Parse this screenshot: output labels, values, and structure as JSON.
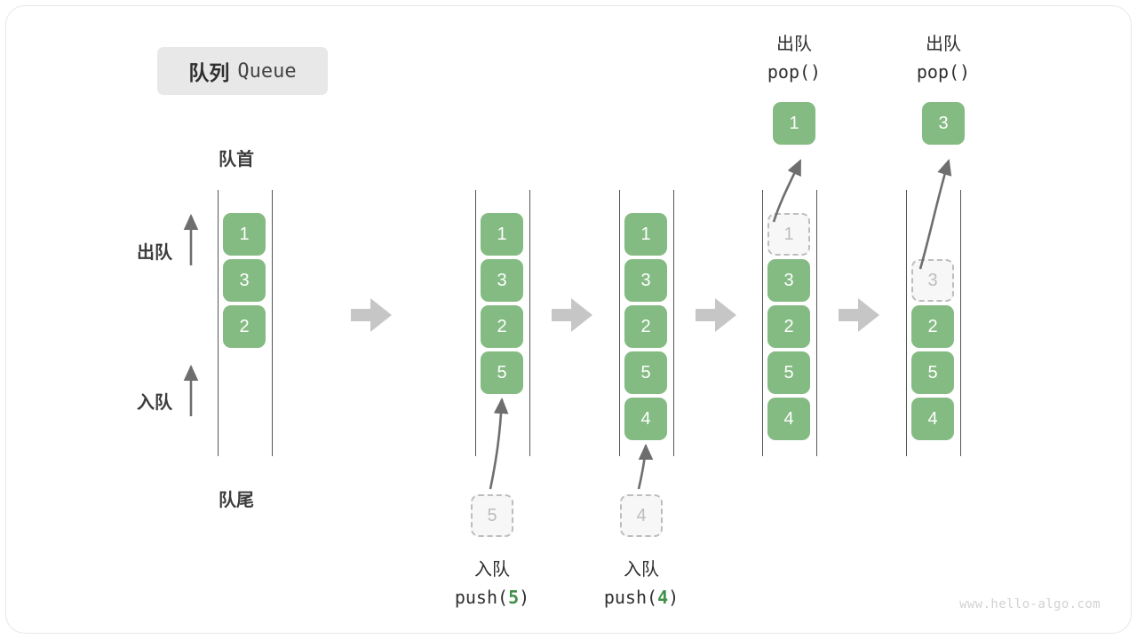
{
  "title": {
    "cn": "队列",
    "en": "Queue"
  },
  "labels": {
    "head": "队首",
    "tail": "队尾",
    "dequeue": "出队",
    "enqueue": "入队"
  },
  "stages": [
    {
      "name": "initial",
      "cells": [
        "1",
        "3",
        "2"
      ],
      "ghost_index": -1
    },
    {
      "name": "after-push-5",
      "cells": [
        "1",
        "3",
        "2",
        "5"
      ],
      "ghost_index": -1,
      "source_cell": "5",
      "op_cn": "入队",
      "op_code_prefix": "push(",
      "op_code_value": "5",
      "op_code_suffix": ")"
    },
    {
      "name": "after-push-4",
      "cells": [
        "1",
        "3",
        "2",
        "5",
        "4"
      ],
      "ghost_index": -1,
      "source_cell": "4",
      "op_cn": "入队",
      "op_code_prefix": "push(",
      "op_code_value": "4",
      "op_code_suffix": ")"
    },
    {
      "name": "after-pop-1",
      "cells": [
        "1",
        "3",
        "2",
        "5",
        "4"
      ],
      "ghost_index": 0,
      "popped_cell": "1",
      "op_cn": "出队",
      "op_code": "pop()"
    },
    {
      "name": "after-pop-3",
      "cells": [
        "",
        "3",
        "2",
        "5",
        "4"
      ],
      "ghost_index": 1,
      "popped_cell": "3",
      "op_cn": "出队",
      "op_code": "pop()"
    }
  ],
  "transition_arrows": 4,
  "watermark": "www.hello-algo.com",
  "colors": {
    "cell_green": "#84bb82",
    "ghost_border": "#bdbdbd",
    "rail": "#555555",
    "arrow": "#6e6e6e",
    "transition_arrow": "#c6c6c6",
    "badge_bg": "#e8e8e8",
    "code_green": "#42914a"
  }
}
